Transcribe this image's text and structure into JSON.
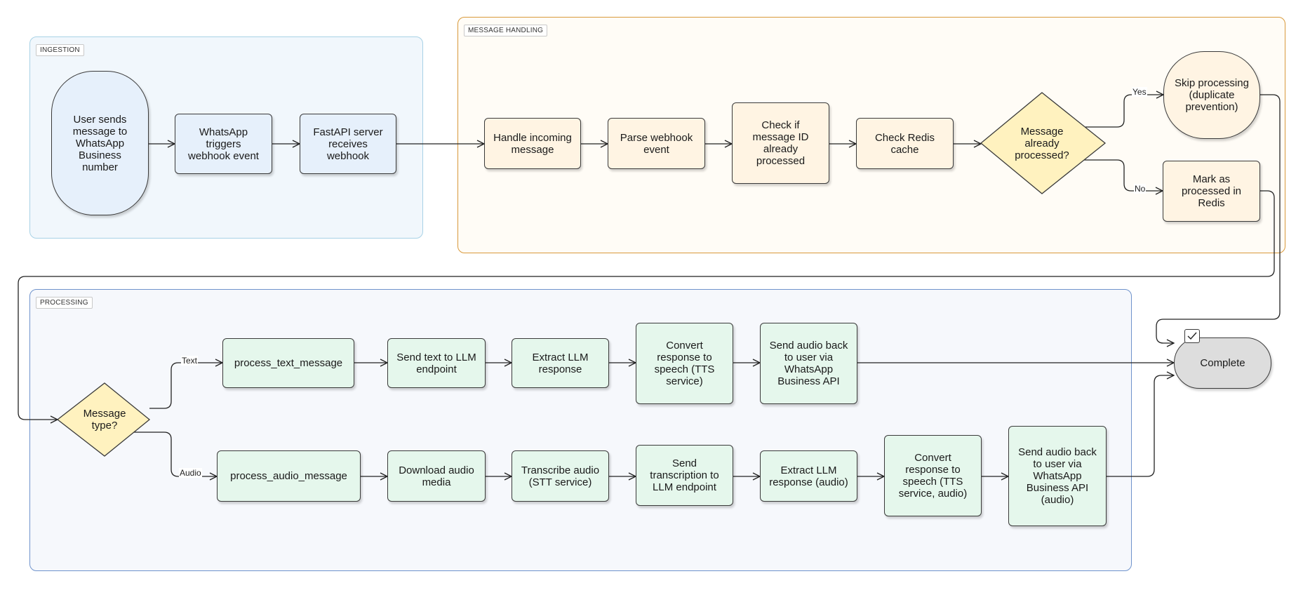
{
  "groups": {
    "ingestion": "INGESTION",
    "message_handling": "MESSAGE HANDLING",
    "processing": "PROCESSING"
  },
  "nodes": {
    "user_sends": "User sends\nmessage to\nWhatsApp\nBusiness\nnumber",
    "whatsapp_triggers": "WhatsApp\ntriggers\nwebhook event",
    "fastapi_receives": "FastAPI server\nreceives\nwebhook",
    "handle_incoming": "Handle incoming\nmessage",
    "parse_webhook": "Parse webhook\nevent",
    "check_message_id": "Check if\nmessage ID\nalready\nprocessed",
    "check_redis": "Check Redis\ncache",
    "already_processed": "Message\nalready\nprocessed?",
    "skip_processing": "Skip processing\n(duplicate\nprevention)",
    "mark_processed": "Mark as\nprocessed in\nRedis",
    "message_type": "Message\ntype?",
    "process_text": "process_text_message",
    "send_text_llm": "Send text to LLM\nendpoint",
    "extract_llm": "Extract LLM\nresponse",
    "convert_tts": "Convert\nresponse to\nspeech (TTS\nservice)",
    "send_audio_back": "Send audio back\nto user via\nWhatsApp\nBusiness API",
    "process_audio": "process_audio_message",
    "download_audio": "Download audio\nmedia",
    "transcribe_audio": "Transcribe audio\n(STT service)",
    "send_transcription": "Send\ntranscription to\nLLM endpoint",
    "extract_llm_audio": "Extract LLM\nresponse (audio)",
    "convert_tts_audio": "Convert\nresponse to\nspeech (TTS\nservice, audio)",
    "send_audio_back_audio": "Send audio back\nto user via\nWhatsApp\nBusiness API\n(audio)",
    "complete": "Complete"
  },
  "edge_labels": {
    "yes": "Yes",
    "no": "No",
    "text": "Text",
    "audio": "Audio"
  },
  "icons": {
    "complete_marker": "checkbox-icon"
  }
}
